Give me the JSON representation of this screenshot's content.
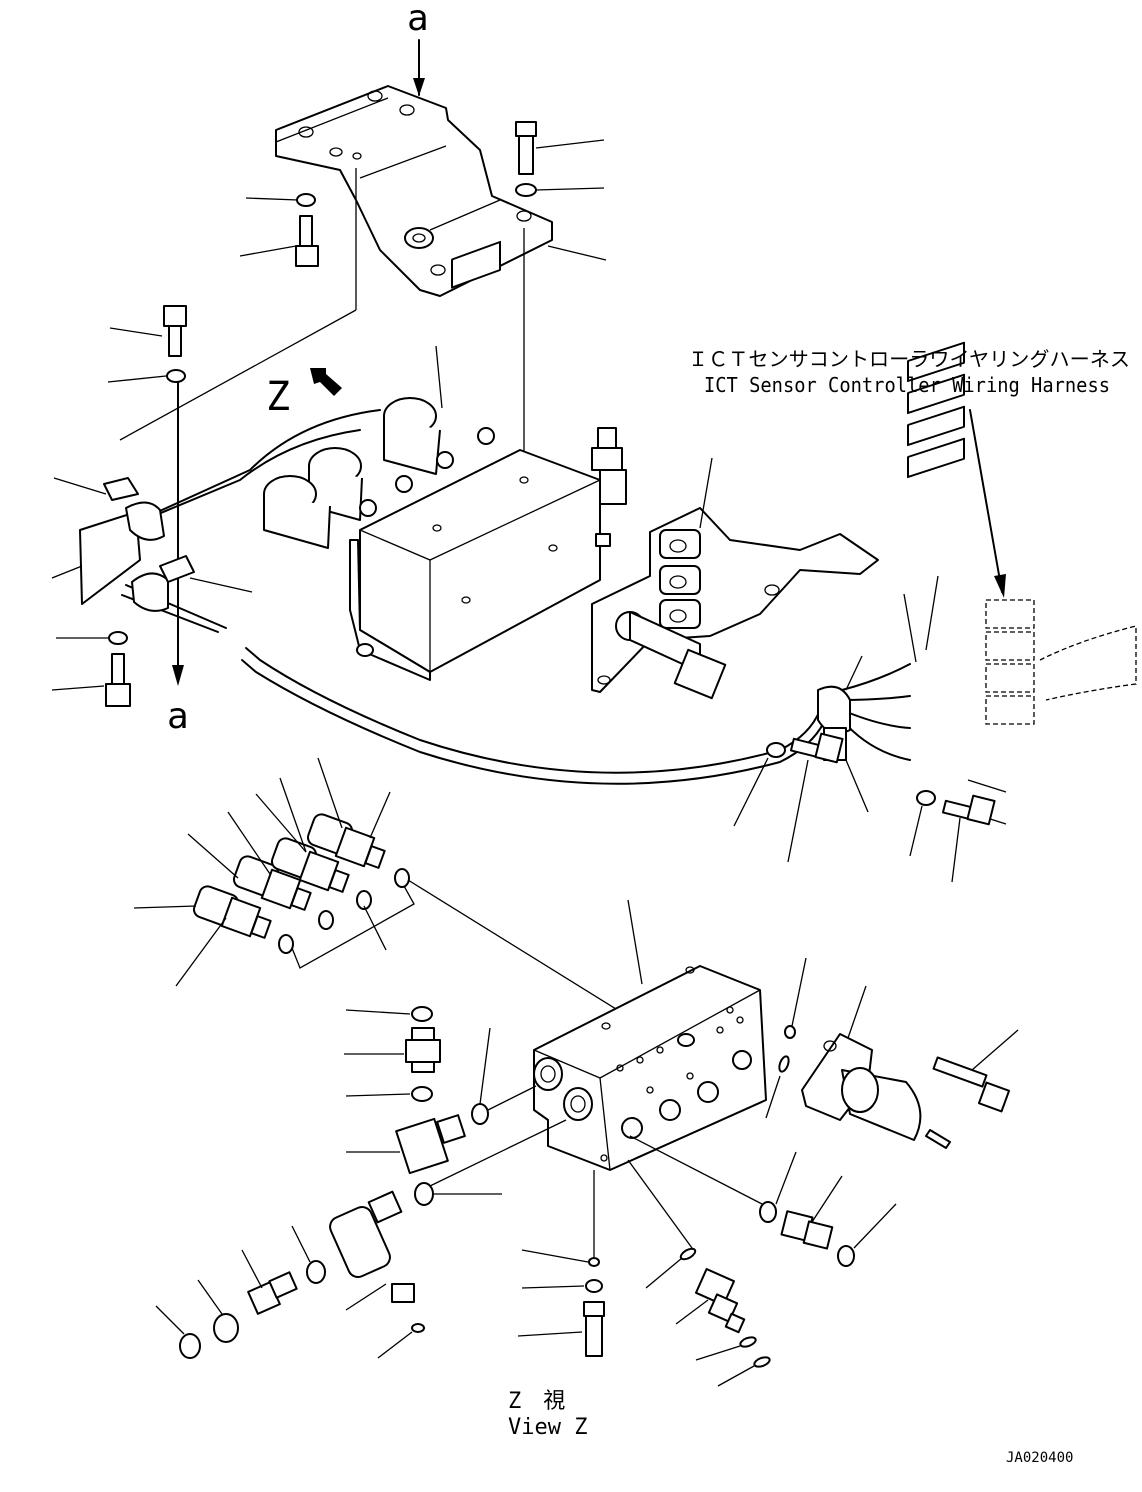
{
  "view_markers": {
    "a_top": "a",
    "a_bottom": "a",
    "z_arrow": "Z"
  },
  "harness_label": {
    "jp": "ＩＣＴセンサコントローラワイヤリングハーネス",
    "en": "ICT Sensor Controller Wiring Harness"
  },
  "view_caption": {
    "jp": "Z　視",
    "en": "View Z"
  },
  "drawing_number": "JA020400",
  "colors": {
    "line": "#000000",
    "background": "#ffffff"
  }
}
